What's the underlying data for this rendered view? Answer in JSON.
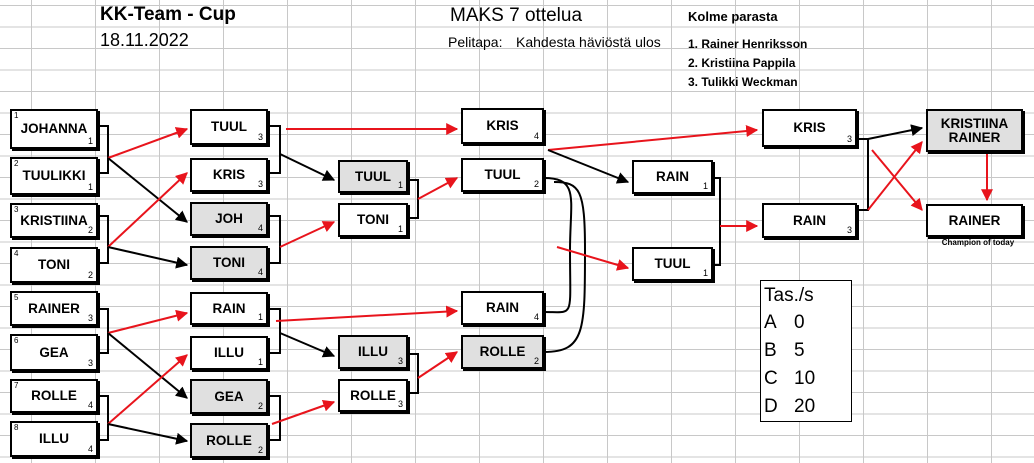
{
  "header": {
    "title": "KK-Team - Cup",
    "date": "18.11.2022",
    "mode": "MAKS 7 ottelua",
    "format_label": "Pelitapa:",
    "format_value": "Kahdesta häviöstä ulos"
  },
  "top_three": {
    "title": "Kolme parasta",
    "entries": [
      "1.  Rainer Henriksson",
      "2. Kristiina Pappila",
      "3. Tulikki Weckman"
    ]
  },
  "round1": [
    {
      "seed": "1",
      "name": "JOHANNA",
      "score": "1"
    },
    {
      "seed": "2",
      "name": "TUULIKKI",
      "score": "1"
    },
    {
      "seed": "3",
      "name": "KRISTIINA",
      "score": "2"
    },
    {
      "seed": "4",
      "name": "TONI",
      "score": "2"
    },
    {
      "seed": "5",
      "name": "RAINER",
      "score": "3"
    },
    {
      "seed": "6",
      "name": "GEA",
      "score": "3"
    },
    {
      "seed": "7",
      "name": "ROLLE",
      "score": "4"
    },
    {
      "seed": "8",
      "name": "ILLU",
      "score": "4"
    }
  ],
  "round2": [
    {
      "name": "TUUL",
      "score": "3"
    },
    {
      "name": "KRIS",
      "score": "3"
    },
    {
      "name": "JOH",
      "score": "4"
    },
    {
      "name": "TONI",
      "score": "4"
    },
    {
      "name": "RAIN",
      "score": "1"
    },
    {
      "name": "ILLU",
      "score": "1"
    },
    {
      "name": "GEA",
      "score": "2"
    },
    {
      "name": "ROLLE",
      "score": "2"
    }
  ],
  "round3": [
    {
      "name": "TUUL",
      "score": "1"
    },
    {
      "name": "TONI",
      "score": "1"
    },
    {
      "name": "ILLU",
      "score": "3"
    },
    {
      "name": "ROLLE",
      "score": "3"
    }
  ],
  "round4": [
    {
      "name": "KRIS",
      "score": "4"
    },
    {
      "name": "TUUL",
      "score": "2"
    },
    {
      "name": "RAIN",
      "score": "4"
    },
    {
      "name": "ROLLE",
      "score": "2"
    }
  ],
  "round5": [
    {
      "name": "RAIN",
      "score": "1"
    },
    {
      "name": "TUUL",
      "score": "1"
    }
  ],
  "round6": [
    {
      "name": "KRIS",
      "score": "3"
    },
    {
      "name": "RAIN",
      "score": "3"
    }
  ],
  "final": {
    "top": "KRISTIINA RAINER",
    "winner": "RAINER",
    "caption": "Champion of today"
  },
  "legend": {
    "title": "Tas./s",
    "rows": [
      {
        "key": "A",
        "value": "0"
      },
      {
        "key": "B",
        "value": "5"
      },
      {
        "key": "C",
        "value": "10"
      },
      {
        "key": "D",
        "value": "20"
      }
    ]
  },
  "colors": {
    "win_line": "#e8141c",
    "loss_line": "#000000",
    "shaded_box": "#e0e0e0",
    "grid": "#c8c8c8"
  }
}
